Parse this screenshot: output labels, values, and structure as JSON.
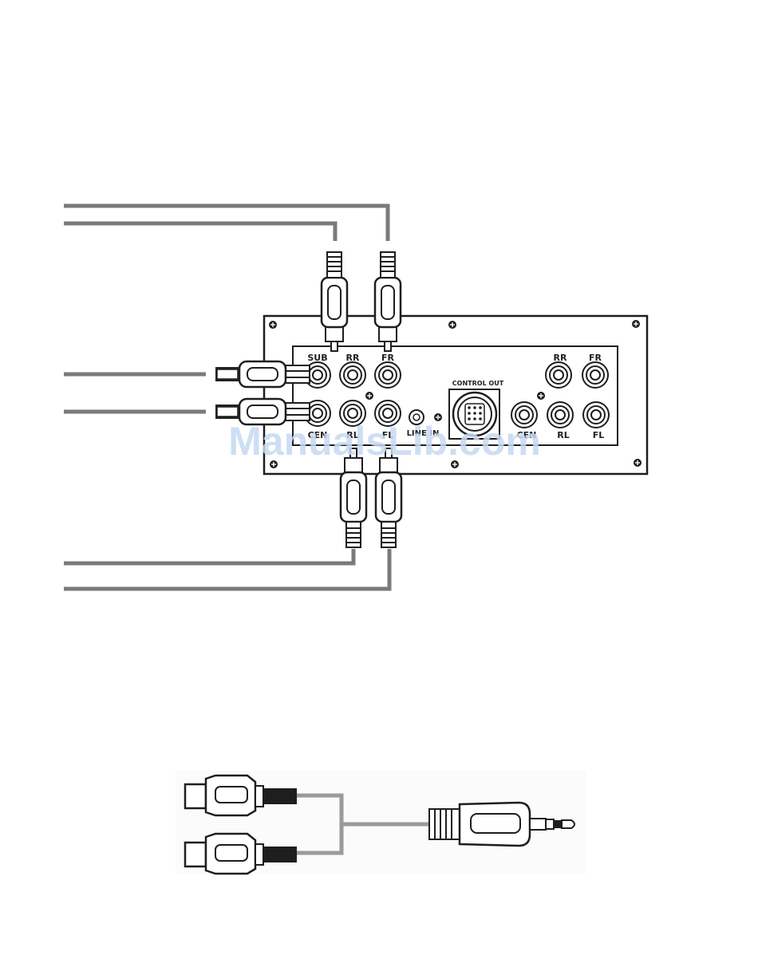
{
  "panel": {
    "labels": {
      "sub": "SUB",
      "rr_left": "RR",
      "fr_left": "FR",
      "cen_left": "CEN",
      "rl_left": "RL",
      "fl_left": "FL",
      "line_in": "LINE IN",
      "control_out": "CONTROL OUT",
      "rr_right": "RR",
      "fr_right": "FR",
      "cen_right": "CEN",
      "rl_right": "RL",
      "fl_right": "FL"
    }
  },
  "watermark": {
    "text": "ManualsLib.com"
  },
  "colors": {
    "cable": "#7a7a7a",
    "outline": "#1e1e1e",
    "plug_fill": "#e6e6e6",
    "watermark": "#c6d9f3"
  },
  "icons": [
    "rca-plug-icon",
    "screw-icon",
    "rca-jack-icon",
    "din-connector-icon",
    "stereo-jack-plug-icon"
  ]
}
